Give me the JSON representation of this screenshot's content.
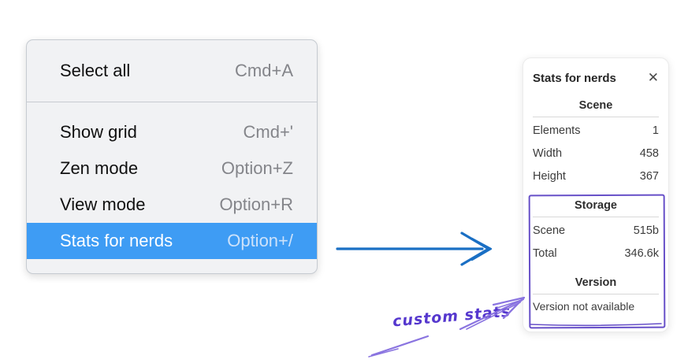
{
  "menu": {
    "items": [
      {
        "label": "Select all",
        "shortcut": "Cmd+A"
      },
      {
        "label": "Show grid",
        "shortcut": "Cmd+'"
      },
      {
        "label": "Zen mode",
        "shortcut": "Option+Z"
      },
      {
        "label": "View mode",
        "shortcut": "Option+R"
      },
      {
        "label": "Stats for nerds",
        "shortcut": "Option+/"
      }
    ],
    "highlighted_item": "Stats for nerds"
  },
  "stats_panel": {
    "title": "Stats for nerds",
    "close_glyph": "✕",
    "sections": [
      {
        "header": "Scene",
        "rows": [
          {
            "label": "Elements",
            "value": "1"
          },
          {
            "label": "Width",
            "value": "458"
          },
          {
            "label": "Height",
            "value": "367"
          }
        ]
      },
      {
        "header": "Storage",
        "rows": [
          {
            "label": "Scene",
            "value": "515b"
          },
          {
            "label": "Total",
            "value": "346.6k"
          }
        ]
      },
      {
        "header": "Version",
        "note": "Version not available"
      }
    ]
  },
  "annotation": {
    "label": "custom stats"
  },
  "colors": {
    "menu_highlight": "#3e9cf4",
    "blue_arrow": "#1a6fc4",
    "purple_annotation": "#6750c8",
    "handwriting_purple": "#5537ce"
  }
}
